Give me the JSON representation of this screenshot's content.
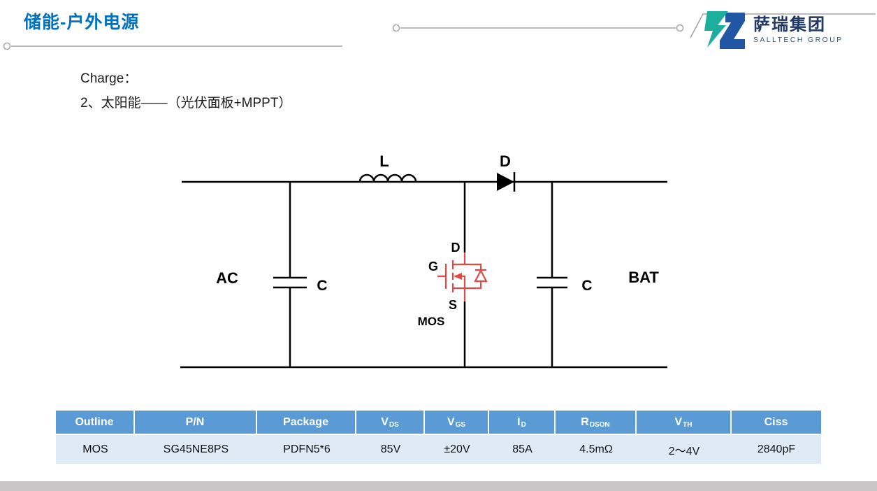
{
  "colors": {
    "accent": "#0070C0",
    "table-header-bg": "#5B9BD5",
    "table-row-bg": "#DEEBF7",
    "mosfet-red": "#E04A45",
    "line-gray": "#A6A6A6",
    "footer-gray": "#C8C6C6",
    "logo-teal": "#1BAF9C",
    "logo-blue": "#2156A5"
  },
  "header": {
    "title": "储能-户外电源",
    "logo": {
      "cn": "萨瑞集团",
      "en": "SALLTECH GROUP"
    }
  },
  "body": {
    "line1": "Charge：",
    "line2": "2、太阳能——（光伏面板+MPPT）"
  },
  "circuit": {
    "labels": {
      "inductor": "L",
      "diode": "D",
      "ac": "AC",
      "cap_left": "C",
      "cap_right": "C",
      "bat": "BAT",
      "mos_drain": "D",
      "mos_gate": "G",
      "mos_source": "S",
      "mos": "MOS"
    }
  },
  "table": {
    "headers": [
      {
        "text": "Outline",
        "sub": ""
      },
      {
        "text": "P/N",
        "sub": ""
      },
      {
        "text": "Package",
        "sub": ""
      },
      {
        "text": "V",
        "sub": "DS"
      },
      {
        "text": "V",
        "sub": "GS"
      },
      {
        "text": "I",
        "sub": "D"
      },
      {
        "text": "R",
        "sub": "DSON"
      },
      {
        "text": "V",
        "sub": "TH"
      },
      {
        "text": "Ciss",
        "sub": ""
      }
    ],
    "row": [
      "MOS",
      "SG45NE8PS",
      "PDFN5*6",
      "85V",
      "±20V",
      "85A",
      "4.5mΩ",
      "2～4V",
      "2840pF"
    ]
  }
}
